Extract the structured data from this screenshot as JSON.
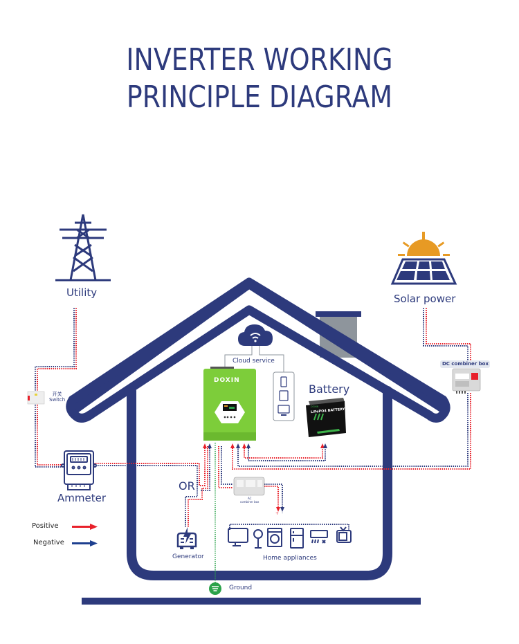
{
  "title": {
    "line1": "INVERTER WORKING",
    "line2": "PRINCIPLE DIAGRAM"
  },
  "sources": {
    "utility": {
      "label": "Utility",
      "icon": "power-tower-icon"
    },
    "solar": {
      "label": "Solar power",
      "icon": "solar-panel-icon"
    }
  },
  "devices": {
    "switch": {
      "label_cn": "开关",
      "label": "Switch"
    },
    "ammeter": {
      "label": "Ammeter"
    },
    "dc_combiner": {
      "label": "DC combiner box"
    },
    "cloud": {
      "label": "Cloud service"
    },
    "inverter": {
      "brand": "DOXIN"
    },
    "battery": {
      "label": "Battery",
      "brand": "DOXIN",
      "model": "LiFePO4 BATTERY"
    },
    "ac_combiner": {
      "line1": "AC",
      "line2": "combiner box"
    },
    "generator": {
      "label": "Generator"
    },
    "or_label": "OR",
    "appliances": {
      "label": "Home appliances"
    },
    "ground": {
      "label": "Ground"
    }
  },
  "terminals": {
    "positive": "+",
    "negative": "-"
  },
  "legend": [
    {
      "label": "Positive",
      "color": "#e8202a"
    },
    {
      "label": "Negative",
      "color": "#1d3f8f"
    }
  ],
  "colors": {
    "primary": "#2d3a7c",
    "positive": "#e8202a",
    "negative": "#2d3a7c",
    "ground": "#2aa24a",
    "inverter_green": "#7dcd3a",
    "sun": "#e79a24",
    "chimney": "#8e959c"
  }
}
